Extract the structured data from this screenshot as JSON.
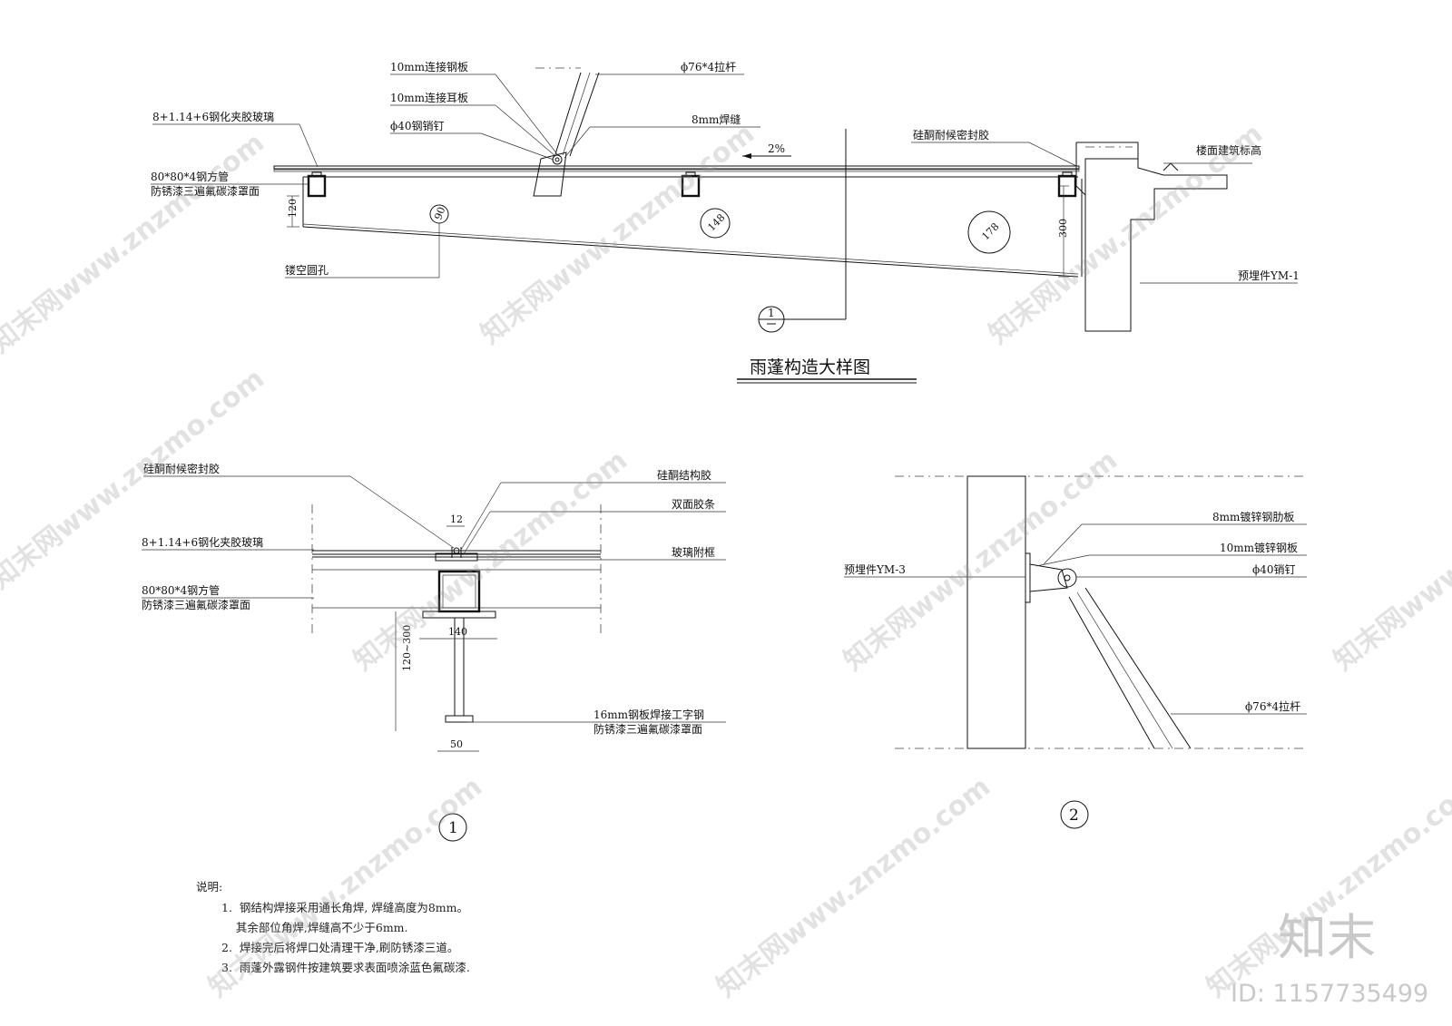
{
  "main_detail": {
    "title": "雨蓬构造大样图",
    "callouts": {
      "connect_plate": "10mm连接钢板",
      "tie_rod": "ϕ76*4拉杆",
      "ear_plate": "10mm连接耳板",
      "glass": "8+1.14+6钢化夹胶玻璃",
      "weld": "8mm焊缝",
      "pin": "ϕ40钢销钉",
      "sealant": "硅酮耐候密封胶",
      "floor_level": "楼面建筑标高",
      "tube_spec": "80*80*4钢方管",
      "tube_finish": "防锈漆三遍氟碳漆罩面",
      "hollow_hole": "镂空圆孔",
      "embed": "预埋件YM-1"
    },
    "slope": "2%",
    "dims": {
      "depth_left": "120",
      "depth_right": "300",
      "hole_1": "90",
      "hole_2": "148",
      "hole_3": "178"
    },
    "section_mark": "1"
  },
  "section_1": {
    "callouts": {
      "sealant": "硅酮耐候密封胶",
      "structural_sealant": "硅酮结构胶",
      "tape": "双面胶条",
      "glass": "8+1.14+6钢化夹胶玻璃",
      "frame": "玻璃附框",
      "tube_spec": "80*80*4钢方管",
      "tube_finish": "防锈漆三遍氟碳漆罩面",
      "ibeam_spec": "16mm钢板焊接工字钢",
      "ibeam_finish": "防锈漆三遍氟碳漆罩面"
    },
    "dims": {
      "gap": "12",
      "flange": "140",
      "height": "120~300",
      "web": "50"
    },
    "label": "1"
  },
  "section_2": {
    "callouts": {
      "rib_plate": "8mm镀锌钢肋板",
      "steel_plate": "10mm镀锌钢板",
      "pin": "ϕ40销钉",
      "embed": "预埋件YM-3",
      "tie_rod": "ϕ76*4拉杆"
    },
    "label": "2"
  },
  "notes": {
    "heading": "说明:",
    "lines": [
      "1.  钢结构焊接采用通长角焊, 焊缝高度为8mm。",
      "    其余部位角焊,焊缝高不少于6mm.",
      "2.  焊接完后将焊口处清理干净,刷防锈漆三道。",
      "3.  雨蓬外露钢件按建筑要求表面喷涂蓝色氟碳漆."
    ]
  },
  "watermark": {
    "text": "知末网www.znzmo.com",
    "brand": "知末",
    "id": "ID: 1157735499"
  }
}
